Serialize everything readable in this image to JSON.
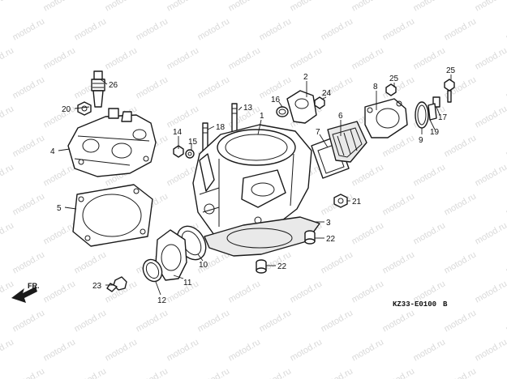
{
  "watermark": "motod.ru",
  "diagram_code": "KZ33-E0100",
  "diagram_code_suffix": "B",
  "direction_label": "FR.",
  "callouts": [
    "1",
    "2",
    "3",
    "4",
    "5",
    "6",
    "7",
    "8",
    "9",
    "10",
    "11",
    "12",
    "13",
    "14",
    "15",
    "16",
    "17",
    "18",
    "19",
    "20",
    "21",
    "22",
    "22",
    "23",
    "24",
    "25",
    "26"
  ]
}
